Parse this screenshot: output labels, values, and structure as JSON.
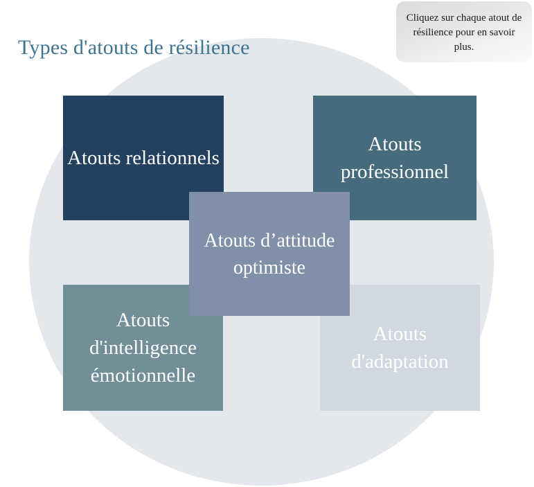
{
  "page": {
    "title": "Types d'atouts de résilience",
    "background_color": "#ffffff",
    "circle_color": "#e4e8ed",
    "title_color": "#3d7490"
  },
  "callout": {
    "text": "Cliquez sur chaque atout de résilience pour en savoir plus.",
    "background_start": "#d9dbdd",
    "background_end": "#fbfbfb"
  },
  "boxes": [
    {
      "id": "relational",
      "label": "Atouts relationnels",
      "color": "#23405f",
      "position": "top-left"
    },
    {
      "id": "professional",
      "label": "Atouts professionnel",
      "color": "#466b7c",
      "position": "top-right"
    },
    {
      "id": "optimistic",
      "label": "Atouts d’attitude optimiste",
      "color": "#7f90a8",
      "position": "center"
    },
    {
      "id": "emotional",
      "label": "Atouts d'intelligence émotionnelle",
      "color": "#718e99",
      "position": "bottom-left"
    },
    {
      "id": "adaptation",
      "label": "Atouts d'adaptation",
      "color": "#d2d8df",
      "position": "bottom-right"
    }
  ]
}
